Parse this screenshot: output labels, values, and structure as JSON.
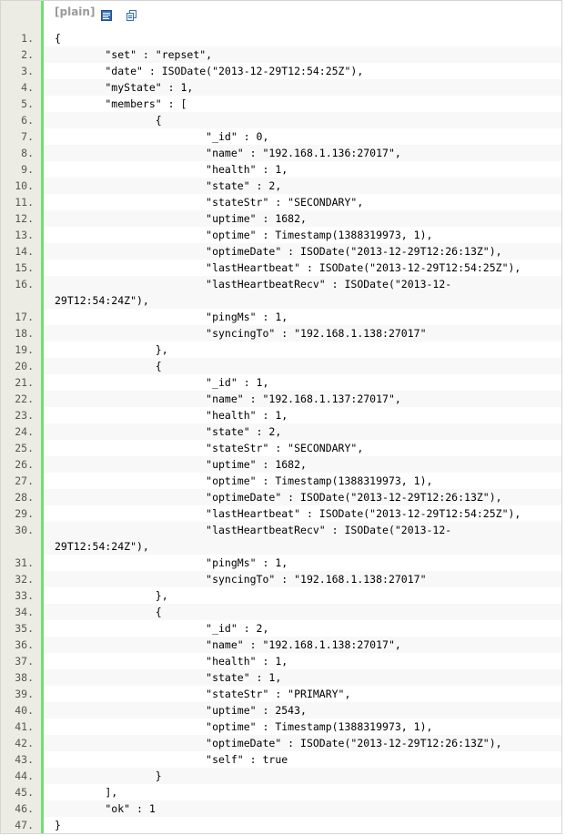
{
  "toolbar": {
    "plain_label": "[plain]",
    "view_icon": "view-source-icon",
    "copy_icon": "copy-icon"
  },
  "lines": [
    {
      "n": "1.",
      "t": "{"
    },
    {
      "n": "2.",
      "t": "        \"set\" : \"repset\","
    },
    {
      "n": "3.",
      "t": "        \"date\" : ISODate(\"2013-12-29T12:54:25Z\"),"
    },
    {
      "n": "4.",
      "t": "        \"myState\" : 1,"
    },
    {
      "n": "5.",
      "t": "        \"members\" : ["
    },
    {
      "n": "6.",
      "t": "                {"
    },
    {
      "n": "7.",
      "t": "                        \"_id\" : 0,"
    },
    {
      "n": "8.",
      "t": "                        \"name\" : \"192.168.1.136:27017\","
    },
    {
      "n": "9.",
      "t": "                        \"health\" : 1,"
    },
    {
      "n": "10.",
      "t": "                        \"state\" : 2,"
    },
    {
      "n": "11.",
      "t": "                        \"stateStr\" : \"SECONDARY\","
    },
    {
      "n": "12.",
      "t": "                        \"uptime\" : 1682,"
    },
    {
      "n": "13.",
      "t": "                        \"optime\" : Timestamp(1388319973, 1),"
    },
    {
      "n": "14.",
      "t": "                        \"optimeDate\" : ISODate(\"2013-12-29T12:26:13Z\"),"
    },
    {
      "n": "15.",
      "t": "                        \"lastHeartbeat\" : ISODate(\"2013-12-29T12:54:25Z\"),"
    },
    {
      "n": "16.",
      "t": "                        \"lastHeartbeatRecv\" : ISODate(\"2013-12-\n29T12:54:24Z\"),"
    },
    {
      "n": "17.",
      "t": "                        \"pingMs\" : 1,"
    },
    {
      "n": "18.",
      "t": "                        \"syncingTo\" : \"192.168.1.138:27017\""
    },
    {
      "n": "19.",
      "t": "                },"
    },
    {
      "n": "20.",
      "t": "                {"
    },
    {
      "n": "21.",
      "t": "                        \"_id\" : 1,"
    },
    {
      "n": "22.",
      "t": "                        \"name\" : \"192.168.1.137:27017\","
    },
    {
      "n": "23.",
      "t": "                        \"health\" : 1,"
    },
    {
      "n": "24.",
      "t": "                        \"state\" : 2,"
    },
    {
      "n": "25.",
      "t": "                        \"stateStr\" : \"SECONDARY\","
    },
    {
      "n": "26.",
      "t": "                        \"uptime\" : 1682,"
    },
    {
      "n": "27.",
      "t": "                        \"optime\" : Timestamp(1388319973, 1),"
    },
    {
      "n": "28.",
      "t": "                        \"optimeDate\" : ISODate(\"2013-12-29T12:26:13Z\"),"
    },
    {
      "n": "29.",
      "t": "                        \"lastHeartbeat\" : ISODate(\"2013-12-29T12:54:25Z\"),"
    },
    {
      "n": "30.",
      "t": "                        \"lastHeartbeatRecv\" : ISODate(\"2013-12-\n29T12:54:24Z\"),"
    },
    {
      "n": "31.",
      "t": "                        \"pingMs\" : 1,"
    },
    {
      "n": "32.",
      "t": "                        \"syncingTo\" : \"192.168.1.138:27017\""
    },
    {
      "n": "33.",
      "t": "                },"
    },
    {
      "n": "34.",
      "t": "                {"
    },
    {
      "n": "35.",
      "t": "                        \"_id\" : 2,"
    },
    {
      "n": "36.",
      "t": "                        \"name\" : \"192.168.1.138:27017\","
    },
    {
      "n": "37.",
      "t": "                        \"health\" : 1,"
    },
    {
      "n": "38.",
      "t": "                        \"state\" : 1,"
    },
    {
      "n": "39.",
      "t": "                        \"stateStr\" : \"PRIMARY\","
    },
    {
      "n": "40.",
      "t": "                        \"uptime\" : 2543,"
    },
    {
      "n": "41.",
      "t": "                        \"optime\" : Timestamp(1388319973, 1),"
    },
    {
      "n": "42.",
      "t": "                        \"optimeDate\" : ISODate(\"2013-12-29T12:26:13Z\"),"
    },
    {
      "n": "43.",
      "t": "                        \"self\" : true"
    },
    {
      "n": "44.",
      "t": "                }"
    },
    {
      "n": "45.",
      "t": "        ],"
    },
    {
      "n": "46.",
      "t": "        \"ok\" : 1"
    },
    {
      "n": "47.",
      "t": "}"
    }
  ],
  "colors": {
    "gutter_bg": "#ecece4",
    "gutter_bar": "#6ce26c",
    "alt_row": "#f8f8f8",
    "line_num": "#555555",
    "toolbar_text": "#9a9a9a"
  }
}
